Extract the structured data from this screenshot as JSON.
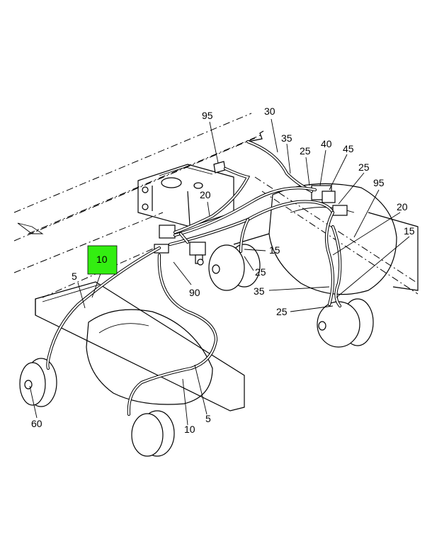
{
  "diagram": {
    "highlight_color": "#33ee11",
    "highlighted_callout": "10",
    "callouts": [
      {
        "id": "c95a",
        "text": "95"
      },
      {
        "id": "c30",
        "text": "30"
      },
      {
        "id": "c35a",
        "text": "35"
      },
      {
        "id": "c25a",
        "text": "25"
      },
      {
        "id": "c40",
        "text": "40"
      },
      {
        "id": "c45",
        "text": "45"
      },
      {
        "id": "c25b",
        "text": "25"
      },
      {
        "id": "c95b",
        "text": "95"
      },
      {
        "id": "c20a",
        "text": "20"
      },
      {
        "id": "c20b",
        "text": "20"
      },
      {
        "id": "c15a",
        "text": "15"
      },
      {
        "id": "c15b",
        "text": "15"
      },
      {
        "id": "c25c",
        "text": "25"
      },
      {
        "id": "c10a",
        "text": "10"
      },
      {
        "id": "c5a",
        "text": "5"
      },
      {
        "id": "c90",
        "text": "90"
      },
      {
        "id": "c35b",
        "text": "35"
      },
      {
        "id": "c25d",
        "text": "25"
      },
      {
        "id": "c60",
        "text": "60"
      },
      {
        "id": "c10b",
        "text": "10"
      },
      {
        "id": "c5b",
        "text": "5"
      }
    ]
  }
}
